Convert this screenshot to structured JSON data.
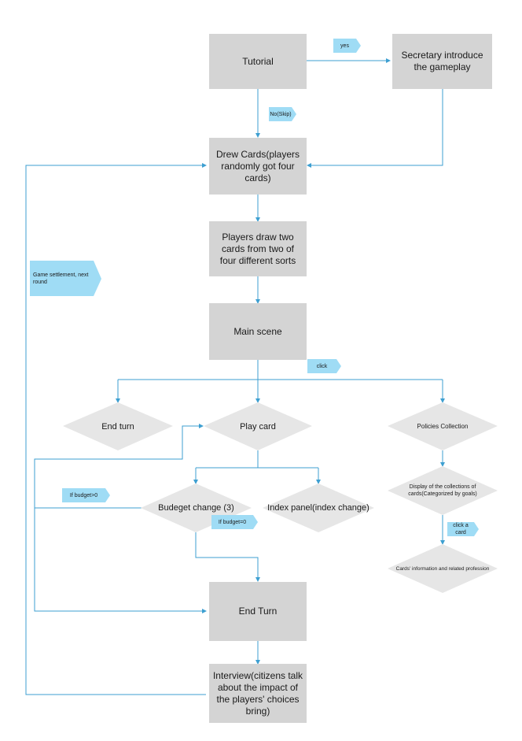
{
  "nodes": {
    "tutorial": "Tutorial",
    "secretary": "Secretary introduce the gameplay",
    "drew_cards": "Drew Cards(players randomly got four cards)",
    "players_draw": "Players draw two cards from two of four different sorts",
    "main_scene": "Main scene",
    "end_turn_diamond": "End turn",
    "play_card": "Play card",
    "policies_collection": "Policies Collection",
    "budget_change": "Budeget change (3)",
    "index_panel": "Index panel(index change)",
    "display_collections": "Display of the collections of cards(Categorized by goals)",
    "cards_info": "Cards' information and related profession",
    "end_turn_box": "End Turn",
    "interview": "Interview(citizens talk about the impact of the players' choices bring)"
  },
  "tags": {
    "yes": "yes",
    "no_skip": "No(Skip)",
    "game_settlement": "Game settlement, next round",
    "click": "click",
    "budget_gt0": "If budget>0",
    "budget_eq0": "If budget=0",
    "click_card": "click a card"
  },
  "colors": {
    "node_fill": "#d4d4d4",
    "diamond_fill": "#e6e6e6",
    "connector": "#3d9fd1",
    "tag_fill": "#9fdcf5"
  }
}
